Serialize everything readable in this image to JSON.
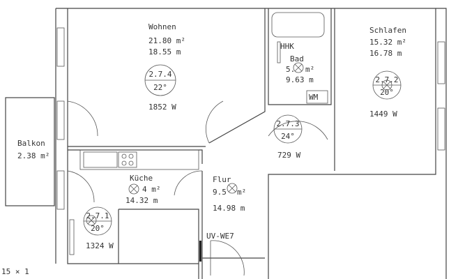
{
  "rooms": {
    "wohnen": {
      "name": "Wohnen",
      "area": "21.80 m²",
      "perimeter": "18.55 m",
      "id": "2.7.4",
      "temp": "22°",
      "power": "1852 W"
    },
    "bad": {
      "name": "Bad",
      "area_prefix": "5.",
      "area_unit": "m²",
      "perimeter": "9.63 m",
      "hhk_label": "HHK",
      "wm_label": "WM"
    },
    "flur_bad": {
      "id": "2.7.3",
      "temp": "24°",
      "power": "729 W"
    },
    "schlafen": {
      "name": "Schlafen",
      "area": "15.32 m²",
      "perimeter": "16.78 m",
      "id": "2.7.2",
      "temp": "20°",
      "power": "1449 W"
    },
    "balkon": {
      "name": "Balkon",
      "area": "2.38 m²"
    },
    "kueche": {
      "name": "Küche",
      "area_suffix": "4 m²",
      "perimeter": "14.32 m",
      "id": "2.7.1",
      "temp": "20°",
      "power": "1324 W"
    },
    "flur": {
      "name": "Flur",
      "area_prefix": "9.5",
      "area_unit": "m²",
      "perimeter": "14.98 m",
      "panel": "UV-WE7"
    }
  },
  "scale_note": "15 × 1"
}
